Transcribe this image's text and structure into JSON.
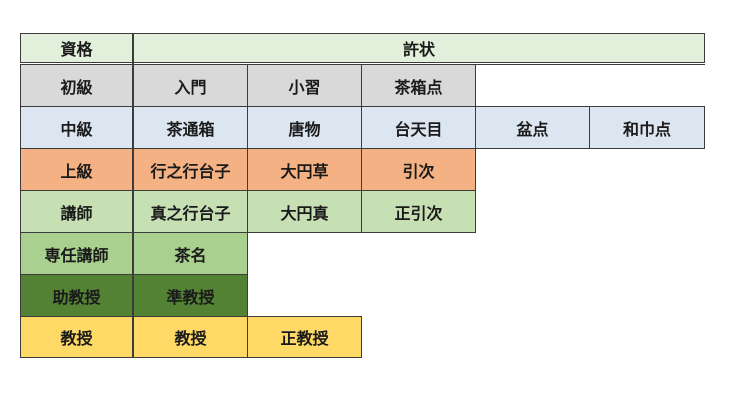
{
  "colors": {
    "header": "#e2efda",
    "shokyu": "#d9d9d9",
    "chukyu": "#dce6f1",
    "jokyu": "#f4b183",
    "koshi": "#c6e0b4",
    "sennin": "#a9d08e",
    "jokyoju": "#548235",
    "kyoju": "#ffd966"
  },
  "header": {
    "qualification": "資格",
    "license": "許状"
  },
  "rows": [
    {
      "key": "shokyu",
      "label": "初級",
      "items": [
        "入門",
        "小習",
        "茶箱点"
      ]
    },
    {
      "key": "chukyu",
      "label": "中級",
      "items": [
        "茶通箱",
        "唐物",
        "台天目",
        "盆点",
        "和巾点"
      ]
    },
    {
      "key": "jokyu",
      "label": "上級",
      "items": [
        "行之行台子",
        "大円草",
        "引次"
      ]
    },
    {
      "key": "koshi",
      "label": "講師",
      "items": [
        "真之行台子",
        "大円真",
        "正引次"
      ]
    },
    {
      "key": "sennin",
      "label": "専任講師",
      "items": [
        "茶名"
      ]
    },
    {
      "key": "jokyoju",
      "label": "助教授",
      "items": [
        "準教授"
      ]
    },
    {
      "key": "kyoju",
      "label": "教授",
      "items": [
        "教授",
        "正教授"
      ]
    }
  ]
}
